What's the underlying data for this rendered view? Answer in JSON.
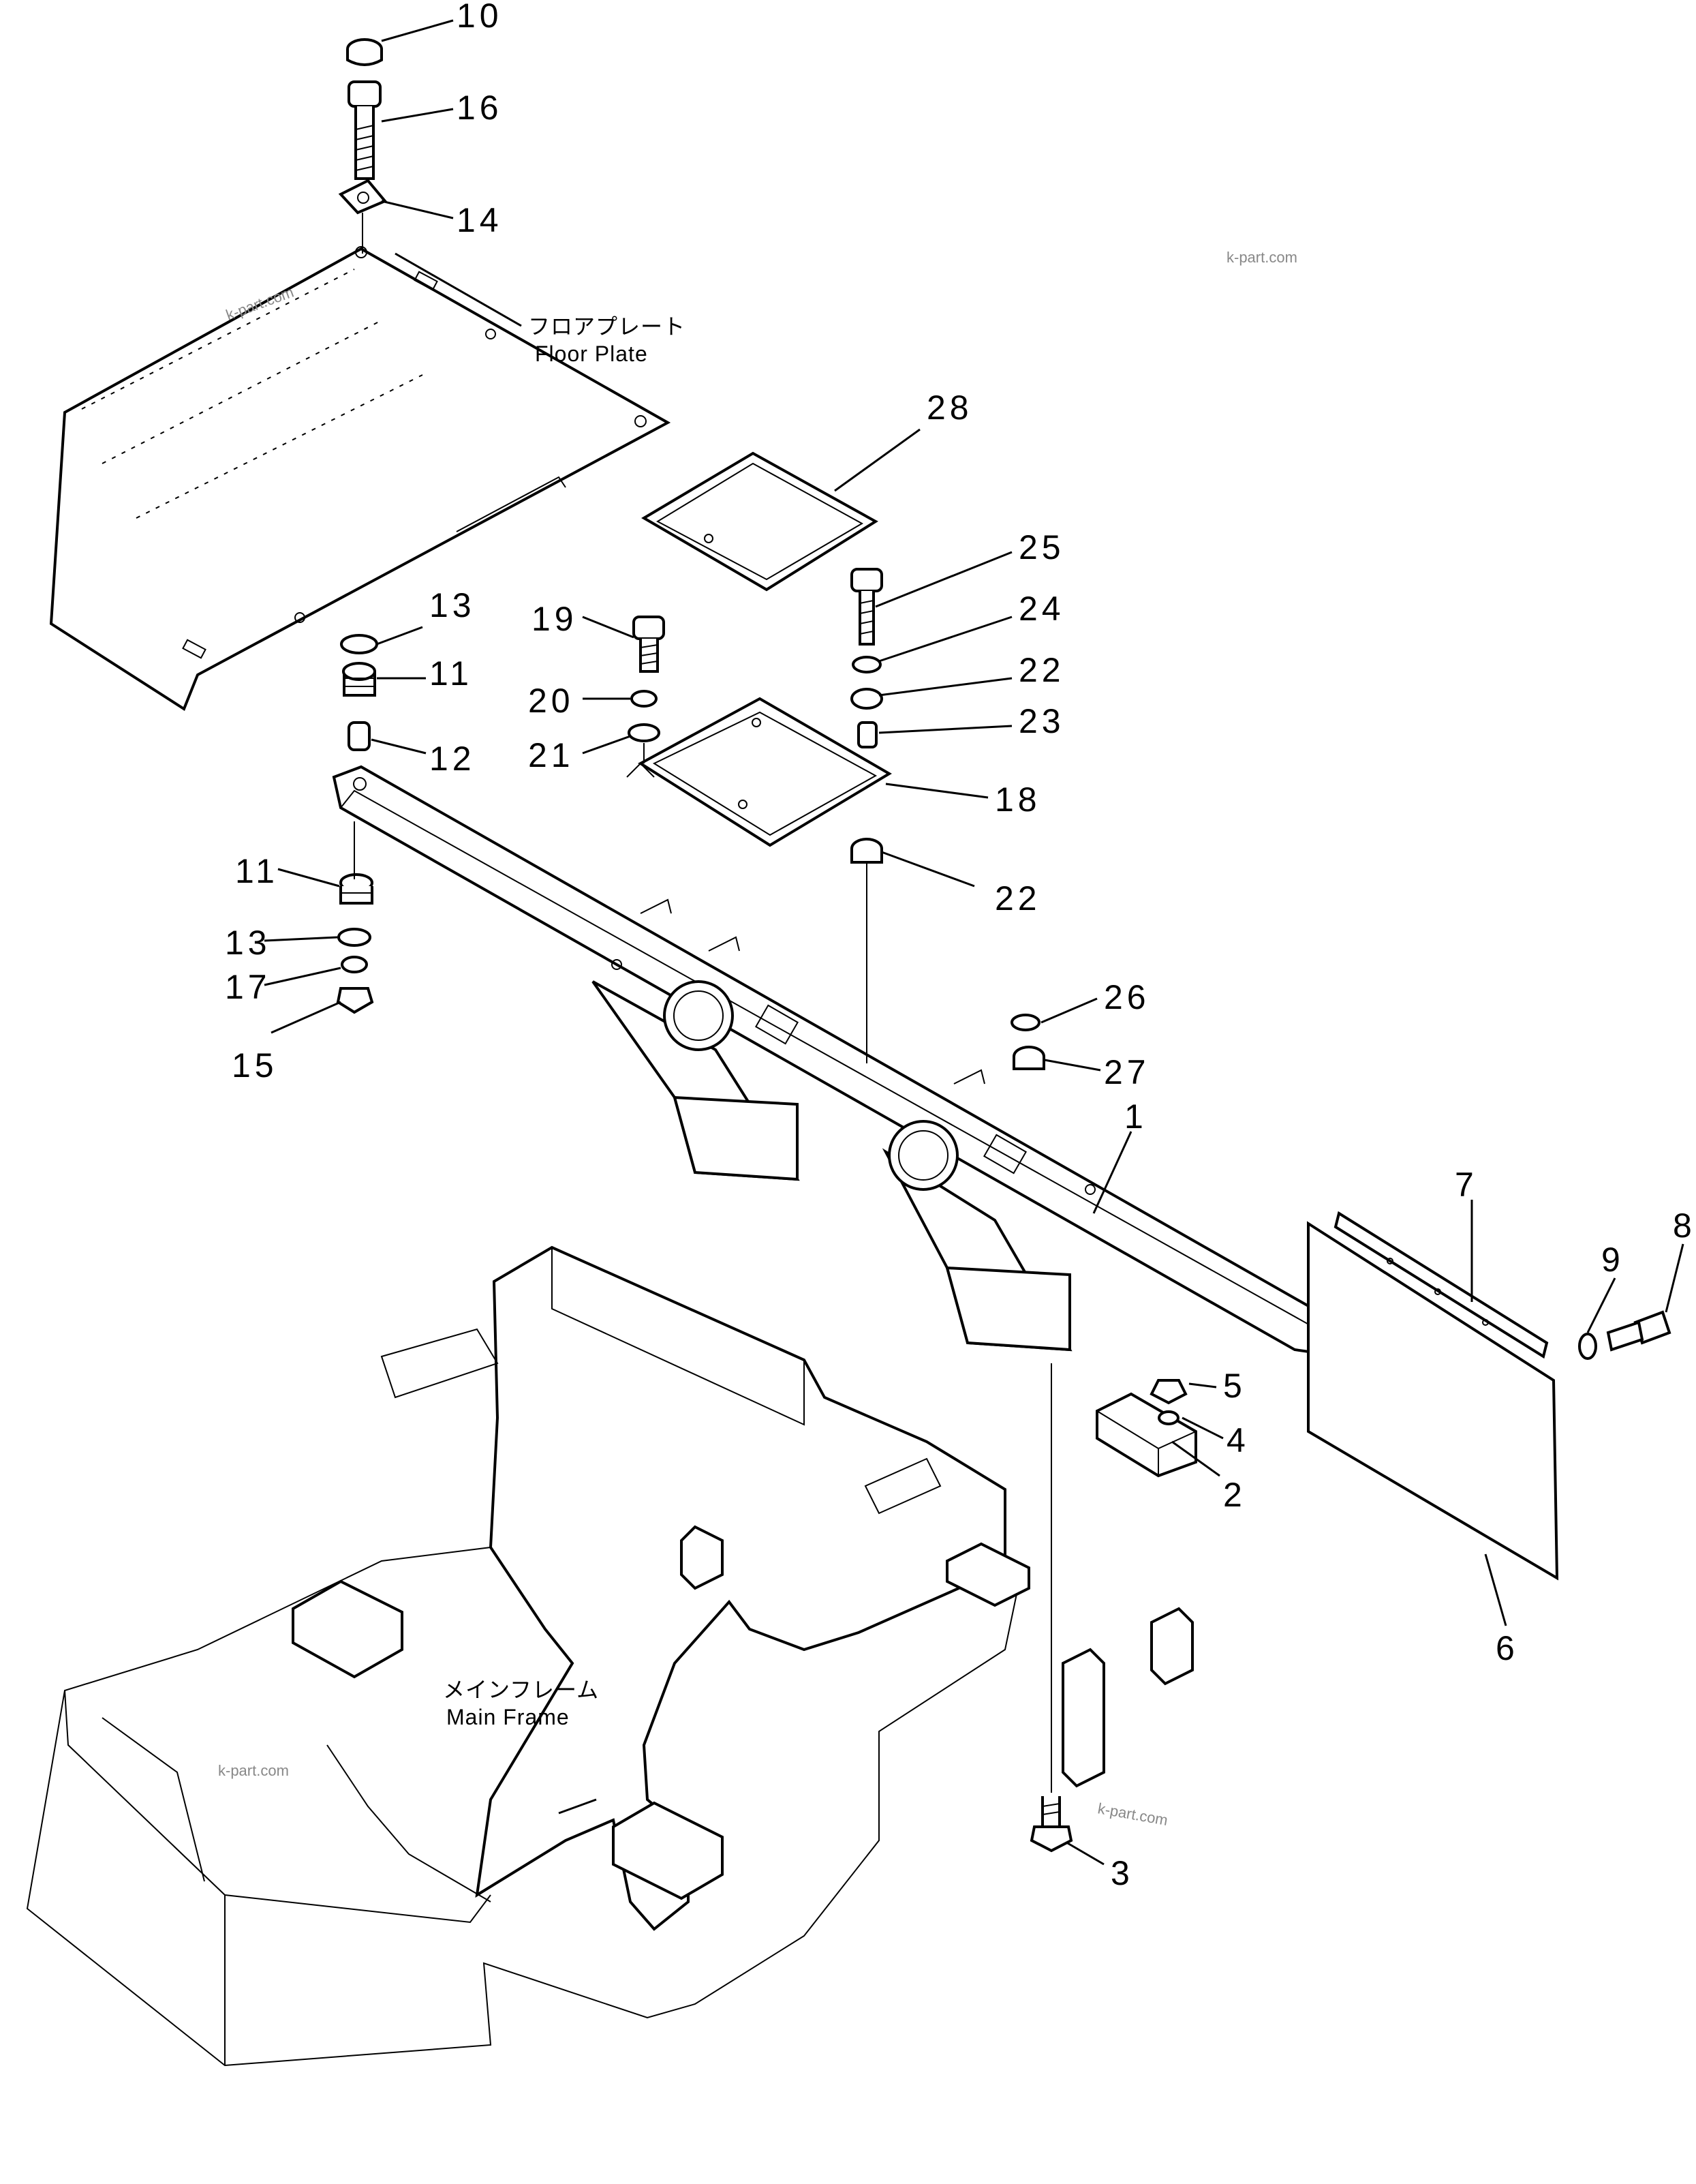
{
  "labels": {
    "floor_plate_jp": "フロアプレート",
    "floor_plate_en": "Floor Plate",
    "main_frame_jp": "メインフレーム",
    "main_frame_en": "Main Frame"
  },
  "watermark": "k-part.com",
  "callouts": [
    "10",
    "16",
    "14",
    "28",
    "25",
    "24",
    "22",
    "23",
    "19",
    "20",
    "21",
    "13",
    "11",
    "12",
    "18",
    "22",
    "11",
    "13",
    "17",
    "15",
    "26",
    "27",
    "1",
    "7",
    "8",
    "9",
    "5",
    "4",
    "2",
    "6",
    "3"
  ]
}
